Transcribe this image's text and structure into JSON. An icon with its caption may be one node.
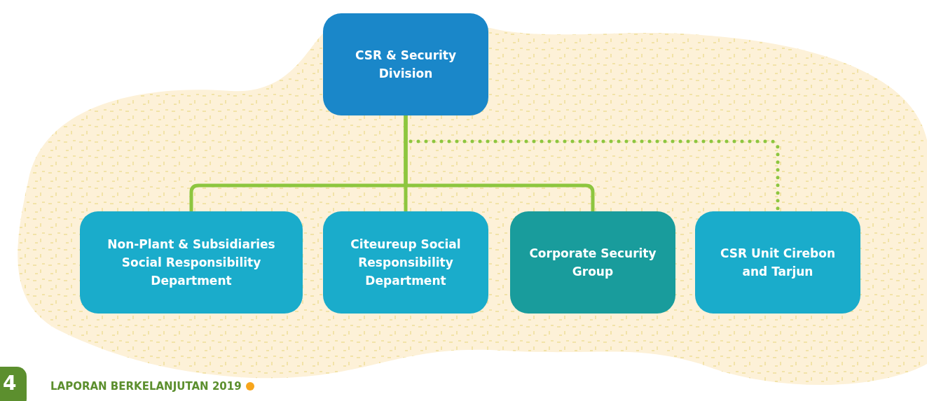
{
  "diagram": {
    "nodes": [
      {
        "text": [
          "CSR & Security Division"
        ]
      },
      {
        "text": [
          "Non-Plant & Subsidiaries Social Responsibility Department"
        ]
      },
      {
        "text": [
          "Citeureup Social Responsibility Department"
        ]
      },
      {
        "text": [
          "Corporate Security Group"
        ]
      },
      {
        "text": [
          "CSR Unit Cirebon and Tarjun"
        ]
      }
    ],
    "edges": [
      {
        "from": 0,
        "to": 1,
        "arrow": "none"
      },
      {
        "from": 0,
        "to": 2,
        "arrow": "none"
      },
      {
        "from": 0,
        "to": 3,
        "arrow": "none"
      },
      {
        "from": 0,
        "to": 4,
        "arrow": "none",
        "style": "dashed"
      }
    ],
    "labels": [
      "4",
      "LAPORAN BERKELANJUTAN 2019"
    ]
  }
}
